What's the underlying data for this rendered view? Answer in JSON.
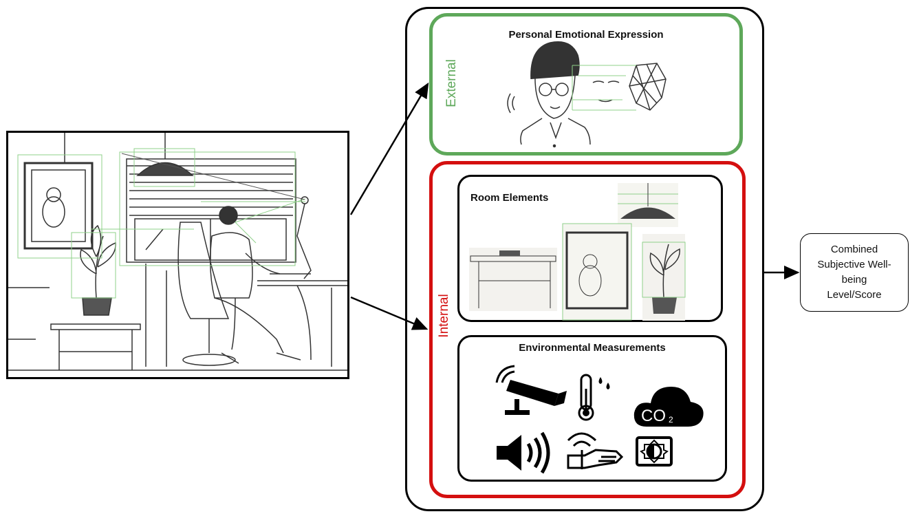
{
  "external": {
    "label": "External",
    "title": "Personal Emotional Expression"
  },
  "internal": {
    "label": "Internal",
    "room_title": "Room Elements",
    "env_title": "Environmental Measurements",
    "co2_text": "CO",
    "co2_sub": "2"
  },
  "result": {
    "text": "Combined Subjective Well-being Level/Score"
  },
  "icons": [
    "camera-icon",
    "thermometer-humidity-icon",
    "co2-cloud-icon",
    "speaker-icon",
    "touch-sensor-hand-icon",
    "brightness-icon"
  ],
  "colors": {
    "external": "#5ea85a",
    "internal": "#d40f0f",
    "detection_box": "#8fd08a",
    "line": "#000000"
  }
}
